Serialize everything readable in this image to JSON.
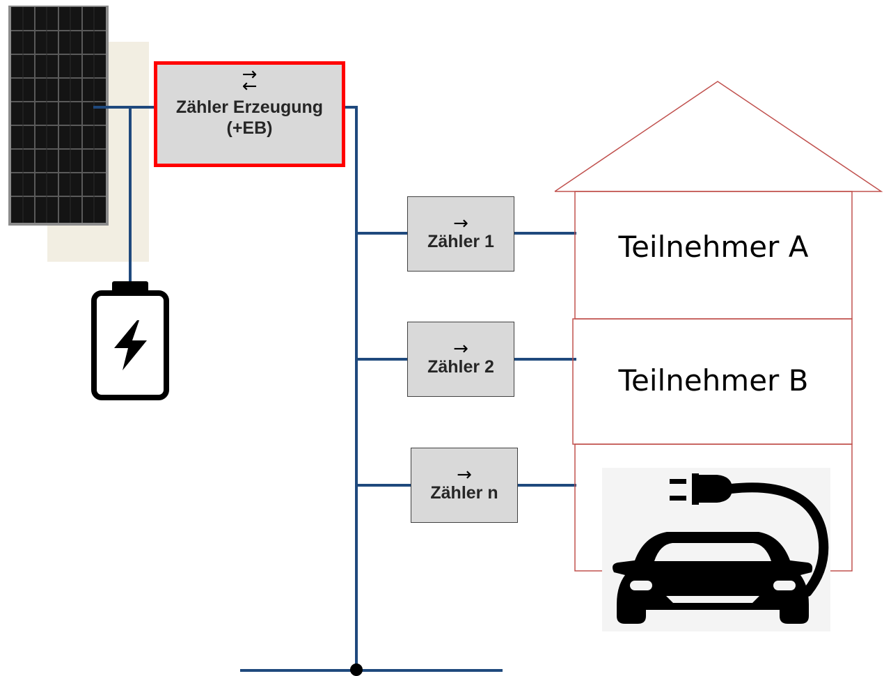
{
  "meters": {
    "generation": {
      "arrow_right": "→",
      "arrow_left": "←",
      "line1": "Zähler Erzeugung",
      "line2": "(+EB)",
      "border_color": "#ff0000"
    },
    "m1": {
      "arrow": "→",
      "label": "Zähler 1"
    },
    "m2": {
      "arrow": "→",
      "label": "Zähler 2"
    },
    "mn": {
      "arrow": "→",
      "label": "Zähler n"
    }
  },
  "house": {
    "units": [
      {
        "label": "Teilnehmer A"
      },
      {
        "label": "Teilnehmer B"
      }
    ],
    "outline_color": "#c0504d",
    "third_unit_icon": "ev-charging-car-icon"
  },
  "icons": {
    "solar_panel": "solar-panel-icon",
    "battery": "battery-charging-icon"
  },
  "colors": {
    "wire": "#1f497d",
    "meter_fill": "#d9d9d9"
  }
}
